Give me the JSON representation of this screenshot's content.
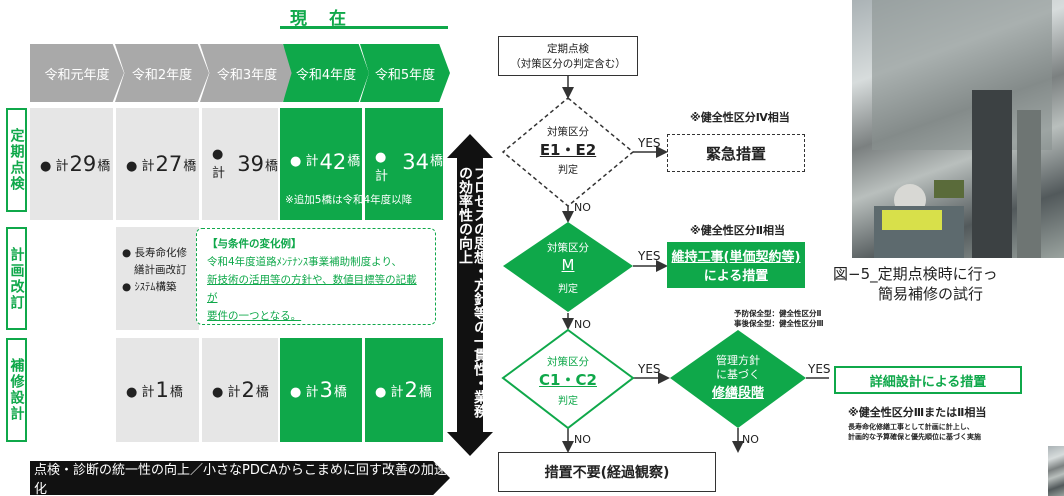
{
  "header": {
    "now_label": "現 在"
  },
  "years": [
    "令和元年度",
    "令和2年度",
    "令和3年度",
    "令和4年度",
    "令和5年度"
  ],
  "rows": {
    "inspection": {
      "label": "定期点検",
      "cells": [
        {
          "prefix": "● 計",
          "num": "29",
          "unit": "橋"
        },
        {
          "prefix": "● 計",
          "num": "27",
          "unit": "橋"
        },
        {
          "prefix": "● 計",
          "num": "39",
          "unit": "橋"
        },
        {
          "prefix": "● 計",
          "num": "42",
          "unit": "橋"
        },
        {
          "prefix": "● 計",
          "num": "34",
          "unit": "橋"
        }
      ],
      "note": "※追加5橋は令和4年度以降"
    },
    "plan": {
      "label": "計画改訂",
      "items": [
        "● 長寿命化修",
        "繕計画改訂",
        "● ｼｽﾃﾑ構築"
      ],
      "box_title": "【与条件の変化例】",
      "box_line1": "令和4年度道路ﾒﾝﾃﾅﾝｽ事業補助制度より、",
      "box_line2": "新技術の活用等の方針や、数値目標等の記載が",
      "box_line3": "要件の一つとなる。"
    },
    "repair": {
      "label": "補修設計",
      "cells": [
        {
          "prefix": "● 計",
          "num": "1",
          "unit": "橋"
        },
        {
          "prefix": "● 計",
          "num": "2",
          "unit": "橋"
        },
        {
          "prefix": "● 計",
          "num": "3",
          "unit": "橋"
        },
        {
          "prefix": "● 計",
          "num": "2",
          "unit": "橋"
        }
      ]
    }
  },
  "vertical_arrow_text": "プロセスの思想・方針等の一貫性・業務の効率性の向上",
  "footer": "点検・診断の統一性の向上／小さなPDCAからこまめに回す改善の加速化",
  "flow": {
    "start_line1": "定期点検",
    "start_line2": "（対策区分の判定含む）",
    "d1_line1": "対策区分",
    "d1_line2": "E1・E2",
    "d1_line3": "判定",
    "d1_note": "※健全性区分Ⅳ相当",
    "d1_result": "緊急措置",
    "d2_line1": "対策区分",
    "d2_line2": "M",
    "d2_line3": "判定",
    "d2_note": "※健全性区分Ⅱ相当",
    "d2_result_line1": "維持工事(単価契約等)",
    "d2_result_line2": "による措置",
    "d3_line1": "対策区分",
    "d3_line2": "C1・C2",
    "d3_line3": "判定",
    "d4_line1": "管理方針",
    "d4_line2": "に基づく",
    "d4_line3": "修繕段階",
    "d4_note1": "予防保全型：健全性区分Ⅱ",
    "d4_note2": "事後保全型：健全性区分Ⅲ",
    "d4_result": "詳細設計による措置",
    "d4_result_note": "※健全性区分ⅢまたはⅡ相当",
    "d4_sub1": "長寿命化修繕工事として計画に計上し、",
    "d4_sub2": "計画的な予算確保と優先順位に基づく実施",
    "end": "措置不要(経過観察)",
    "yes": "YES",
    "no": "NO"
  },
  "photo": {
    "caption_line1": "図−5_定期点検時に行っ",
    "caption_line2": "簡易補修の試行"
  }
}
